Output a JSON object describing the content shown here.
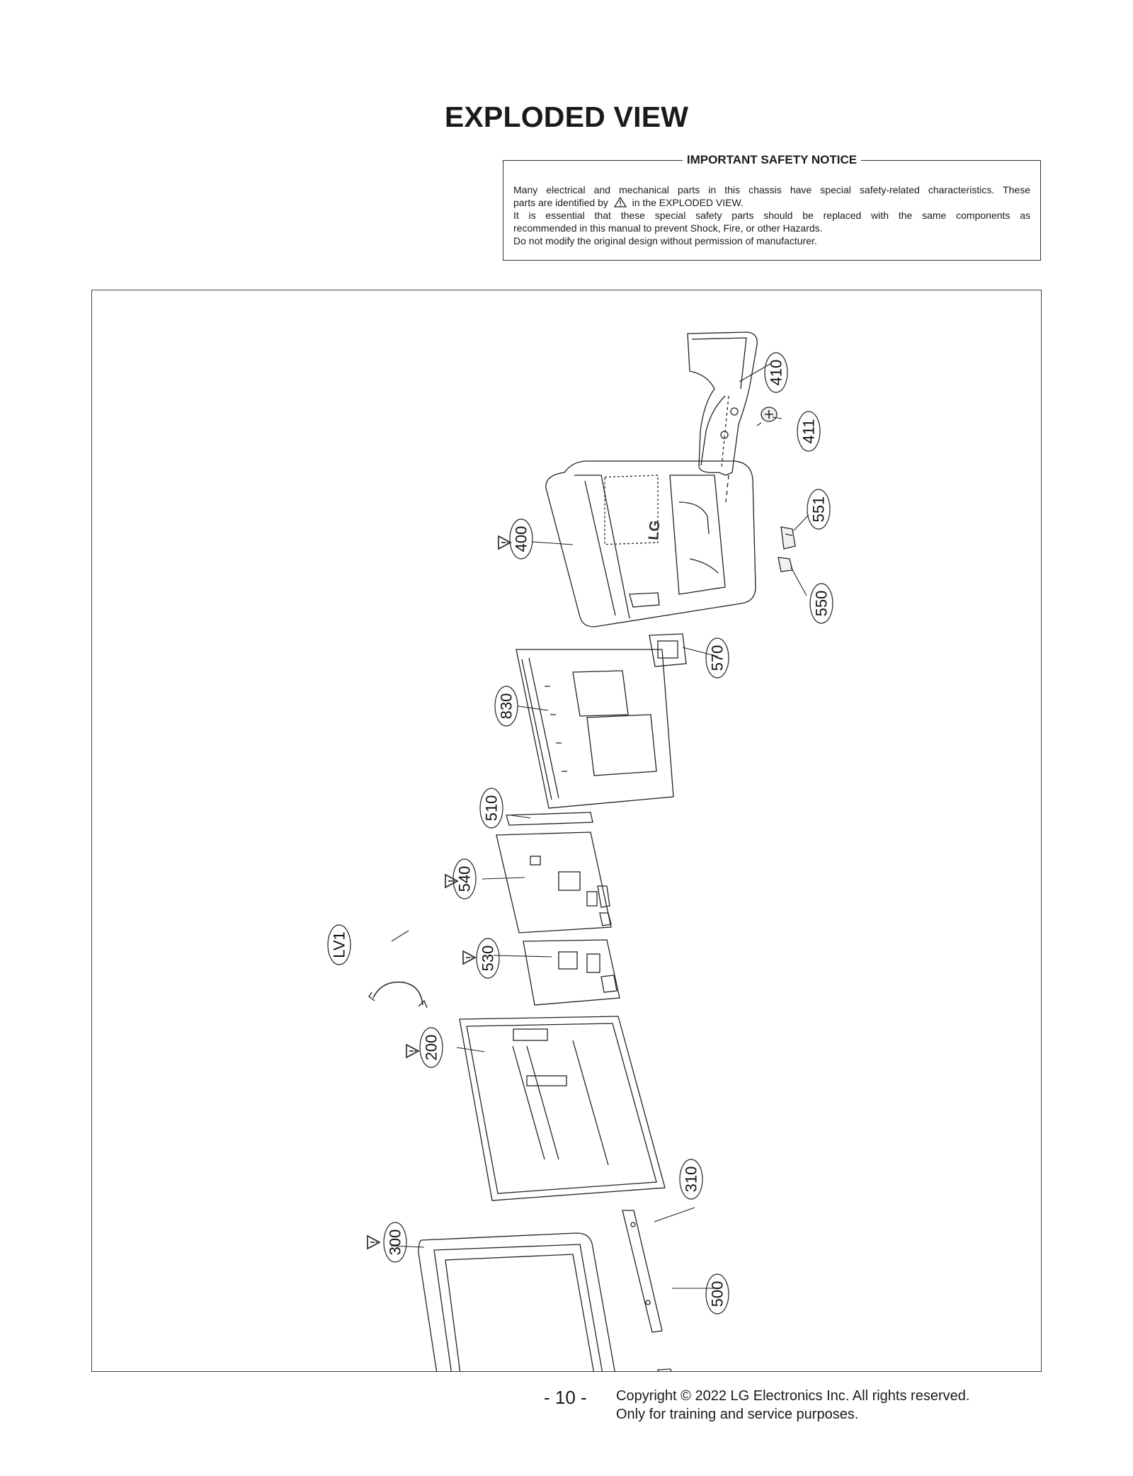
{
  "page_title": "EXPLODED VIEW",
  "safety_notice": {
    "title": "IMPORTANT SAFETY NOTICE",
    "line1": "Many electrical and mechanical parts in this chassis have special safety-related characteristics. These",
    "line2_before": "parts are identified by",
    "line2_after": "in the EXPLODED VIEW.",
    "line3": "It is essential that these special safety parts should be replaced with the same components as",
    "line4": "recommended in this manual to prevent Shock, Fire, or other Hazards.",
    "line5": "Do not modify the original design without permission of manufacturer."
  },
  "parts": {
    "p410": "410",
    "p411": "411",
    "p551": "551",
    "p400": "400",
    "p550": "550",
    "p570": "570",
    "p830": "830",
    "p510": "510",
    "p540": "540",
    "pLV1": "LV1",
    "p530": "530",
    "p200": "200",
    "p310": "310",
    "p300": "300",
    "p500": "500"
  },
  "logo_text": "LG",
  "icons": {
    "safety": "warning-triangle-icon"
  },
  "footer": {
    "page_number": "- 10 -",
    "copyright": "Copyright © 2022 LG Electronics Inc. All rights reserved.",
    "usage": "Only for training and service purposes."
  }
}
